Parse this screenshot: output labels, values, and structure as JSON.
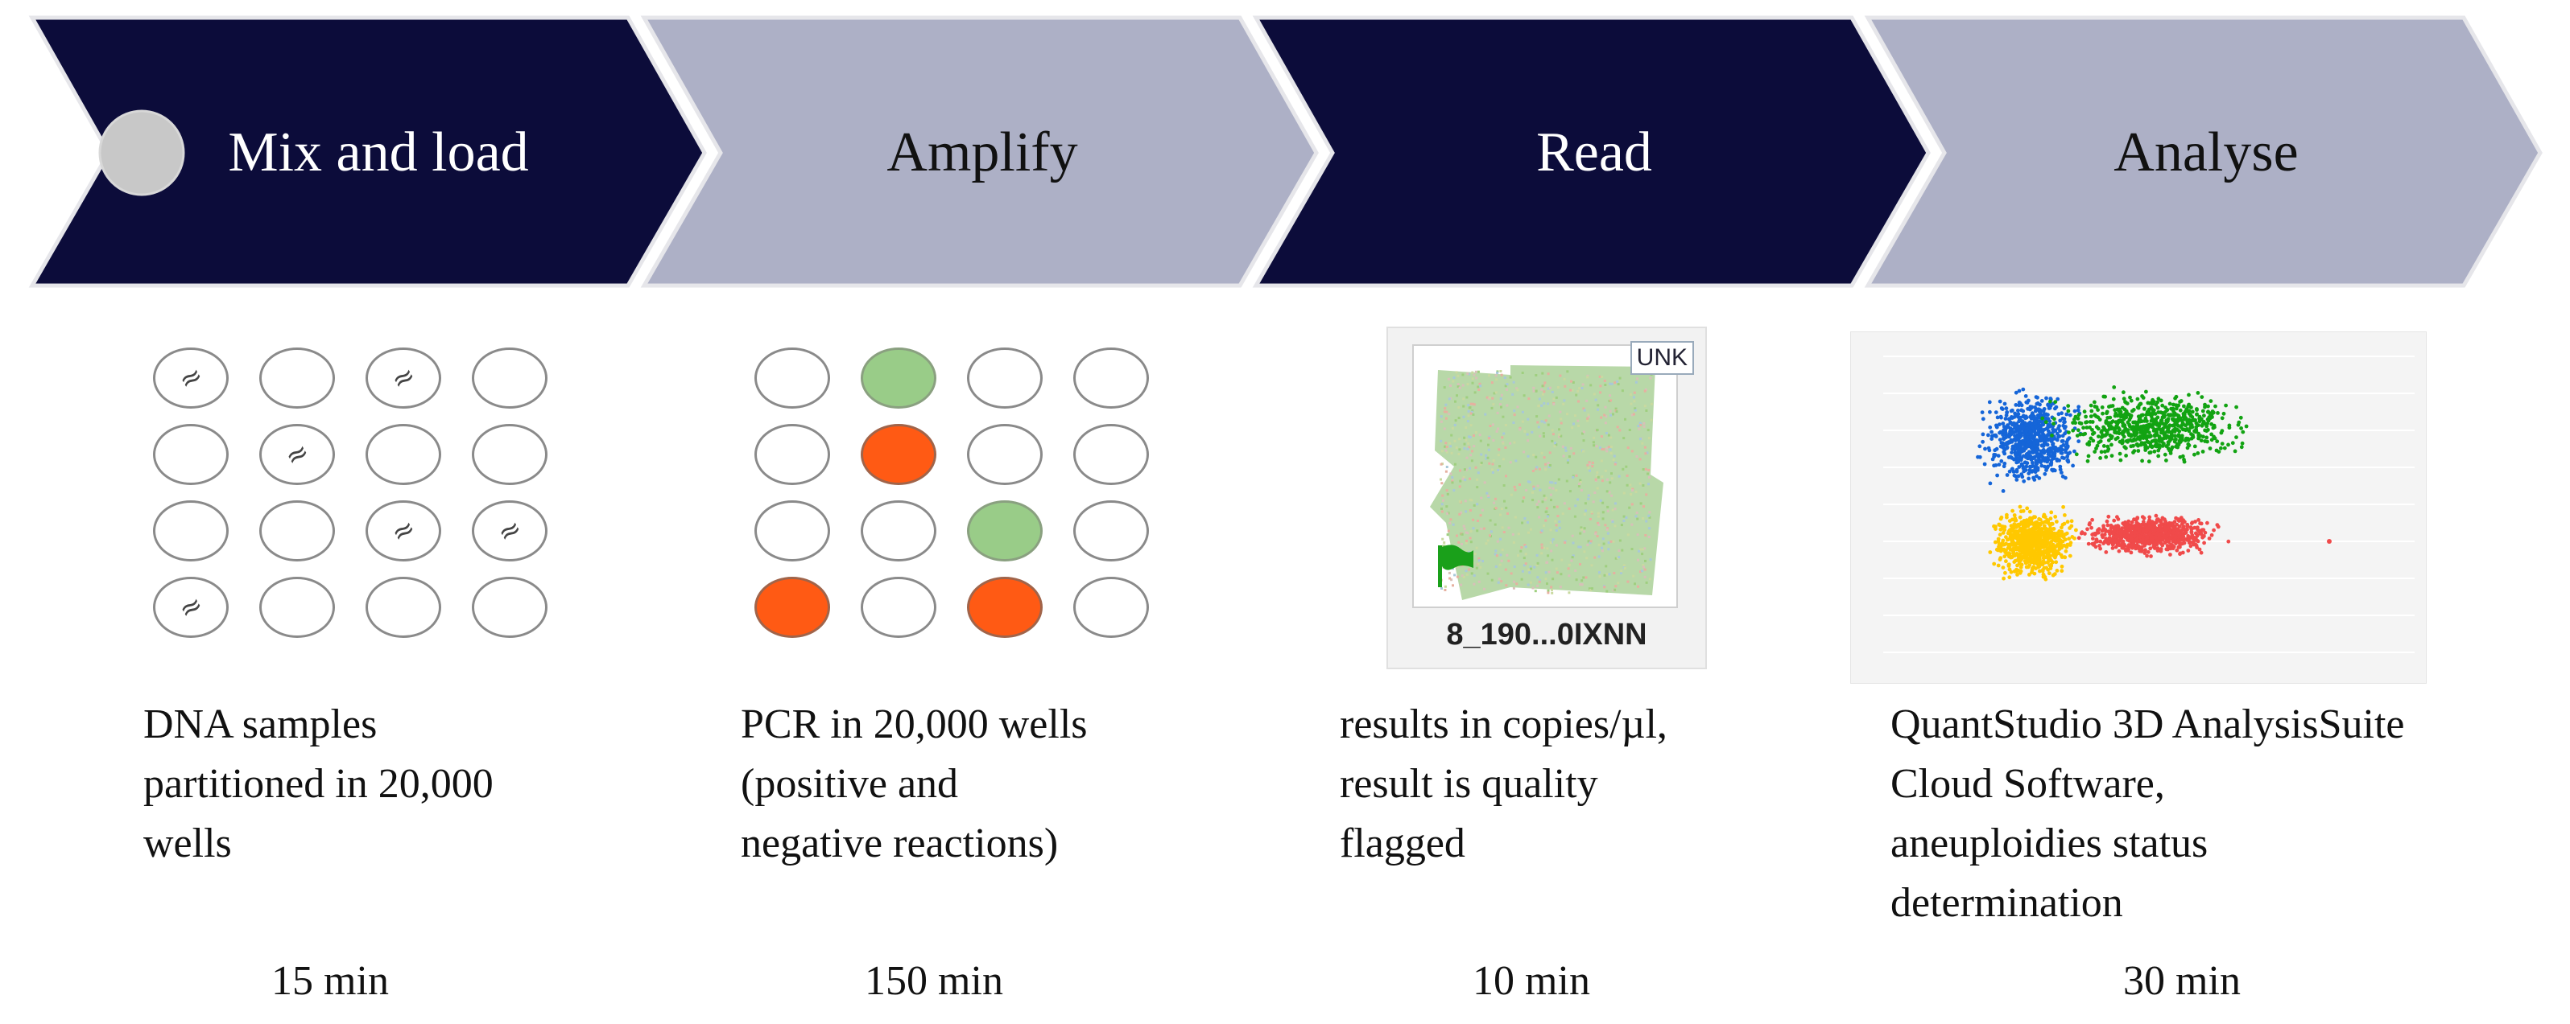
{
  "steps": [
    {
      "label": "Mix and load",
      "fill": "#0c0c3a",
      "text_color": "#ffffff"
    },
    {
      "label": "Amplify",
      "fill": "#adb0c6",
      "text_color": "#111111"
    },
    {
      "label": "Read",
      "fill": "#0c0c3a",
      "text_color": "#ffffff"
    },
    {
      "label": "Analyse",
      "fill": "#adb0c6",
      "text_color": "#111111"
    }
  ],
  "descriptions": [
    "DNA samples\npartitioned in 20,000\nwells",
    "PCR in 20,000 wells\n(positive and\nnegative  reactions)",
    "results in copies/µl,\nresult is quality\nflagged",
    "QuantStudio 3D AnalysisSuite\nCloud Software,\naneuploidies status\ndetermination"
  ],
  "durations": [
    "15 min",
    "150 min",
    "10 min",
    "30 min"
  ],
  "mix_wells": [
    [
      "dna",
      "",
      "dna",
      ""
    ],
    [
      "",
      "dna",
      "",
      ""
    ],
    [
      "",
      "",
      "dna",
      "dna"
    ],
    [
      "dna",
      "",
      "",
      ""
    ]
  ],
  "amplify_wells": [
    [
      "",
      "green",
      "",
      ""
    ],
    [
      "",
      "orange",
      "",
      ""
    ],
    [
      "",
      "",
      "green",
      ""
    ],
    [
      "orange",
      "",
      "orange",
      ""
    ]
  ],
  "read_panel": {
    "badge": "UNK",
    "name": "8_190...0IXNN",
    "flag_color": "#1aa01a"
  },
  "scatter_clusters": [
    {
      "color": "#1565d8"
    },
    {
      "color": "#12a312"
    },
    {
      "color": "#ffc800"
    },
    {
      "color": "#f04a4a"
    }
  ],
  "icons": {
    "dna": "dna-icon",
    "flag": "flag-icon",
    "start_dot": "circle-icon"
  },
  "colors": {
    "start_dot": "#c8c8c8",
    "dark_step": "#0c0c3a",
    "light_step": "#adb0c6"
  }
}
